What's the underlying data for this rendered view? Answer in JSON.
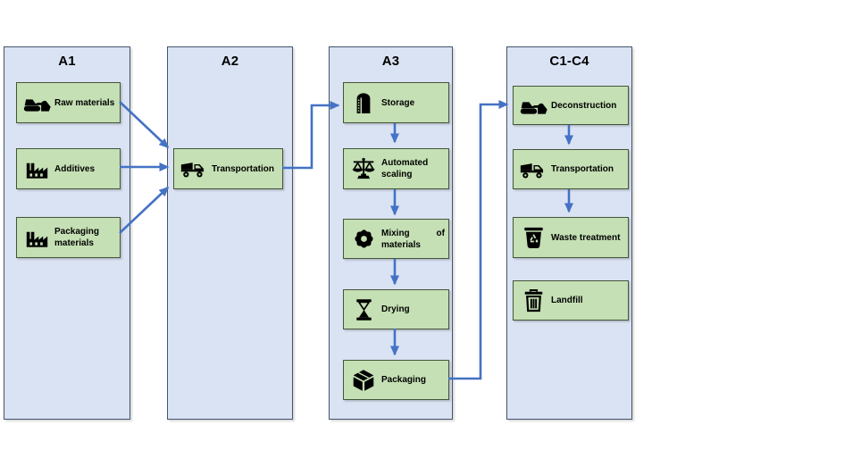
{
  "columns": [
    {
      "title": "A1",
      "boxes": [
        {
          "label": "Raw materials",
          "icon": "bulldozer-icon"
        },
        {
          "label": "Additives",
          "icon": "factory-icon"
        },
        {
          "label": "Packaging materials",
          "icon": "factory-icon"
        }
      ]
    },
    {
      "title": "A2",
      "boxes": [
        {
          "label": "Transportation",
          "icon": "dump-truck-icon"
        }
      ]
    },
    {
      "title": "A3",
      "boxes": [
        {
          "label": "Storage",
          "icon": "silo-icon"
        },
        {
          "label": "Automated scaling",
          "icon": "balance-scale-icon"
        },
        {
          "label": "Mixing of materials",
          "icon": "gear-icon"
        },
        {
          "label": "Drying",
          "icon": "hourglass-icon"
        },
        {
          "label": "Packaging",
          "icon": "package-box-icon"
        }
      ]
    },
    {
      "title": "C1-C4",
      "boxes": [
        {
          "label": "Deconstruction",
          "icon": "bulldozer-icon"
        },
        {
          "label": "Transportation",
          "icon": "dump-truck-icon"
        },
        {
          "label": "Waste treatment",
          "icon": "recycle-bin-icon"
        },
        {
          "label": "Landfill",
          "icon": "trash-can-icon"
        }
      ]
    }
  ],
  "connections": [
    {
      "from": "Raw materials",
      "to": "Transportation (A2)"
    },
    {
      "from": "Additives",
      "to": "Transportation (A2)"
    },
    {
      "from": "Packaging materials",
      "to": "Transportation (A2)"
    },
    {
      "from": "Transportation (A2)",
      "to": "Storage"
    },
    {
      "from": "Storage",
      "to": "Automated scaling"
    },
    {
      "from": "Automated scaling",
      "to": "Mixing of materials"
    },
    {
      "from": "Mixing of materials",
      "to": "Drying"
    },
    {
      "from": "Drying",
      "to": "Packaging"
    },
    {
      "from": "Packaging",
      "to": "Deconstruction"
    },
    {
      "from": "Deconstruction",
      "to": "Transportation (C1-C4)"
    },
    {
      "from": "Transportation (C1-C4)",
      "to": "Waste treatment"
    }
  ],
  "colors": {
    "column_fill": "#dae3f3",
    "column_border": "#44546a",
    "box_fill": "#c5e0b4",
    "box_border": "#45543b",
    "arrow": "#4472c4",
    "text": "#000000",
    "background": "#ffffff"
  }
}
